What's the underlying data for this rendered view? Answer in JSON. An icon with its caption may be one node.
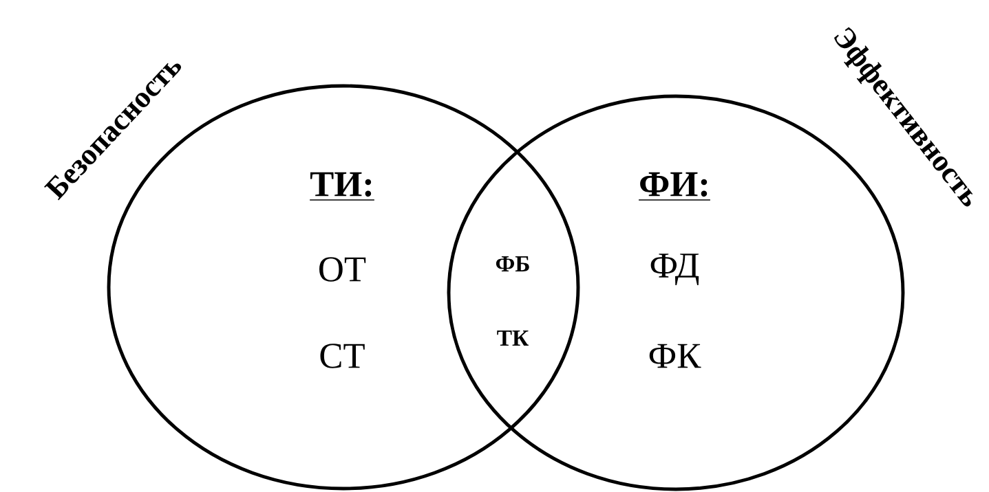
{
  "diagram": {
    "nodes": [
      {
        "text": [
          "Безопасность",
          "ТИ:",
          "ОТ",
          "СТ"
        ]
      },
      {
        "text": [
          "Эффективность",
          "ФИ:",
          "ФД",
          "ФК"
        ]
      }
    ],
    "labels": [
      "ФБ",
      "ТК"
    ]
  }
}
